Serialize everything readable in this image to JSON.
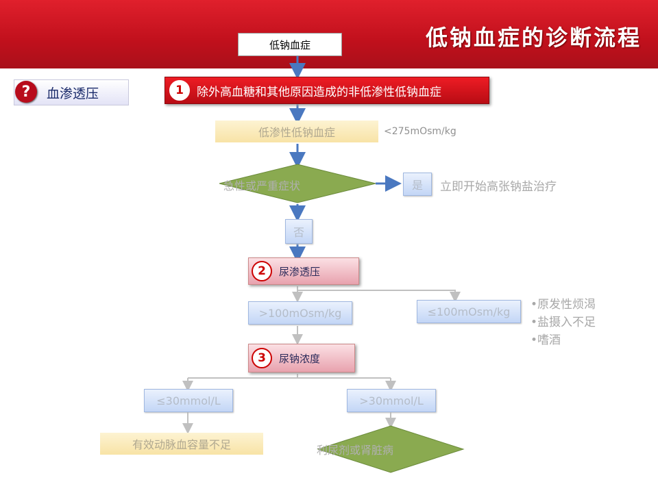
{
  "title": "低钠血症的诊断流程",
  "start": "低钠血症",
  "question": {
    "icon": "?",
    "label": "血渗透压"
  },
  "step1": {
    "num": "1",
    "text": "除外高血糖和其他原因造成的非低渗性低钠血症"
  },
  "hypo": {
    "label": "低渗性低钠血症",
    "note": "<275mOsm/kg"
  },
  "acute": {
    "label": "急性或严重症状",
    "yes": "是",
    "yes_action": "立即开始高张钠盐治疗",
    "no": "否"
  },
  "step2": {
    "num": "2",
    "text": "尿渗透压"
  },
  "urine_osm": {
    "high": ">100mOsm/kg",
    "low": "≤100mOsm/kg",
    "low_causes": [
      "•原发性烦渴",
      "•盐摄入不足",
      "•嗜酒"
    ]
  },
  "step3": {
    "num": "3",
    "text": "尿钠浓度"
  },
  "urine_na": {
    "low": "≤30mmol/L",
    "high": ">30mmol/L",
    "low_result": "有效动脉血容量不足",
    "high_result": "利尿剂或肾脏病"
  }
}
